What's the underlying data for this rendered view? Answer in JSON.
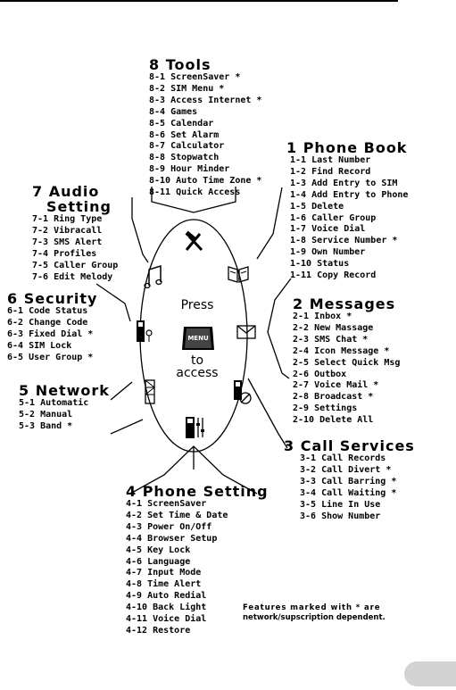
{
  "center": {
    "press": "Press",
    "menu_key": "MENU",
    "to": "to",
    "access": "access"
  },
  "note": {
    "line1": "Features marked with * are",
    "line2": "network/supscription dependent."
  },
  "sections": {
    "tools": {
      "title": "8 Tools",
      "items": [
        "8-1 ScreenSaver *",
        "8-2 SIM Menu *",
        "8-3 Access Internet *",
        "8-4 Games",
        "8-5 Calendar",
        "8-6 Set Alarm",
        "8-7 Calculator",
        "8-8 Stopwatch",
        "8-9 Hour Minder",
        "8-10 Auto Time Zone *",
        "8-11 Quick Access"
      ]
    },
    "phonebook": {
      "title": "1 Phone Book",
      "items": [
        "1-1 Last Number",
        "1-2 Find Record",
        "1-3 Add Entry to SIM",
        "1-4 Add Entry to Phone",
        "1-5 Delete",
        "1-6 Caller Group",
        "1-7 Voice Dial",
        "1-8 Service Number *",
        "1-9 Own Number",
        "1-10 Status",
        "1-11 Copy Record"
      ]
    },
    "audio": {
      "title1": "7 Audio",
      "title2": "Setting",
      "items": [
        "7-1 Ring Type",
        "7-2 Vibracall",
        "7-3 SMS Alert",
        "7-4 Profiles",
        "7-5 Caller Group",
        "7-6 Edit Melody"
      ]
    },
    "security": {
      "title": "6 Security",
      "items": [
        "6-1 Code Status",
        "6-2 Change Code",
        "6-3 Fixed Dial *",
        "6-4 SIM Lock",
        "6-5 User Group *"
      ]
    },
    "messages": {
      "title": "2 Messages",
      "items": [
        "2-1 Inbox *",
        "2-2 New Massage",
        "2-3 SMS Chat *",
        "2-4 Icon Message *",
        "2-5 Select Quick Msg",
        "2-6 Outbox",
        "2-7 Voice Mail *",
        "2-8 Broadcast *",
        "2-9 Settings",
        "2-10 Delete All"
      ]
    },
    "network": {
      "title": "5 Network",
      "items": [
        "5-1 Automatic",
        "5-2 Manual",
        "5-3 Band *"
      ]
    },
    "callservices": {
      "title": "3 Call Services",
      "items": [
        "3-1 Call Records",
        "3-2 Call Divert *",
        "3-3 Call Barring *",
        "3-4 Call Waiting *",
        "3-5 Line In Use",
        "3-6 Show Number"
      ]
    },
    "phonesetting": {
      "title": "4 Phone Setting",
      "items": [
        "4-1 ScreenSaver",
        "4-2 Set Time & Date",
        "4-3 Power On/Off",
        "4-4 Browser Setup",
        "4-5 Key Lock",
        "4-6 Language",
        "4-7 Input Mode",
        "4-8 Time Alert",
        "4-9 Auto Redial",
        "4-10 Back Light",
        "4-11 Voice Dial",
        "4-12 Restore"
      ]
    }
  }
}
